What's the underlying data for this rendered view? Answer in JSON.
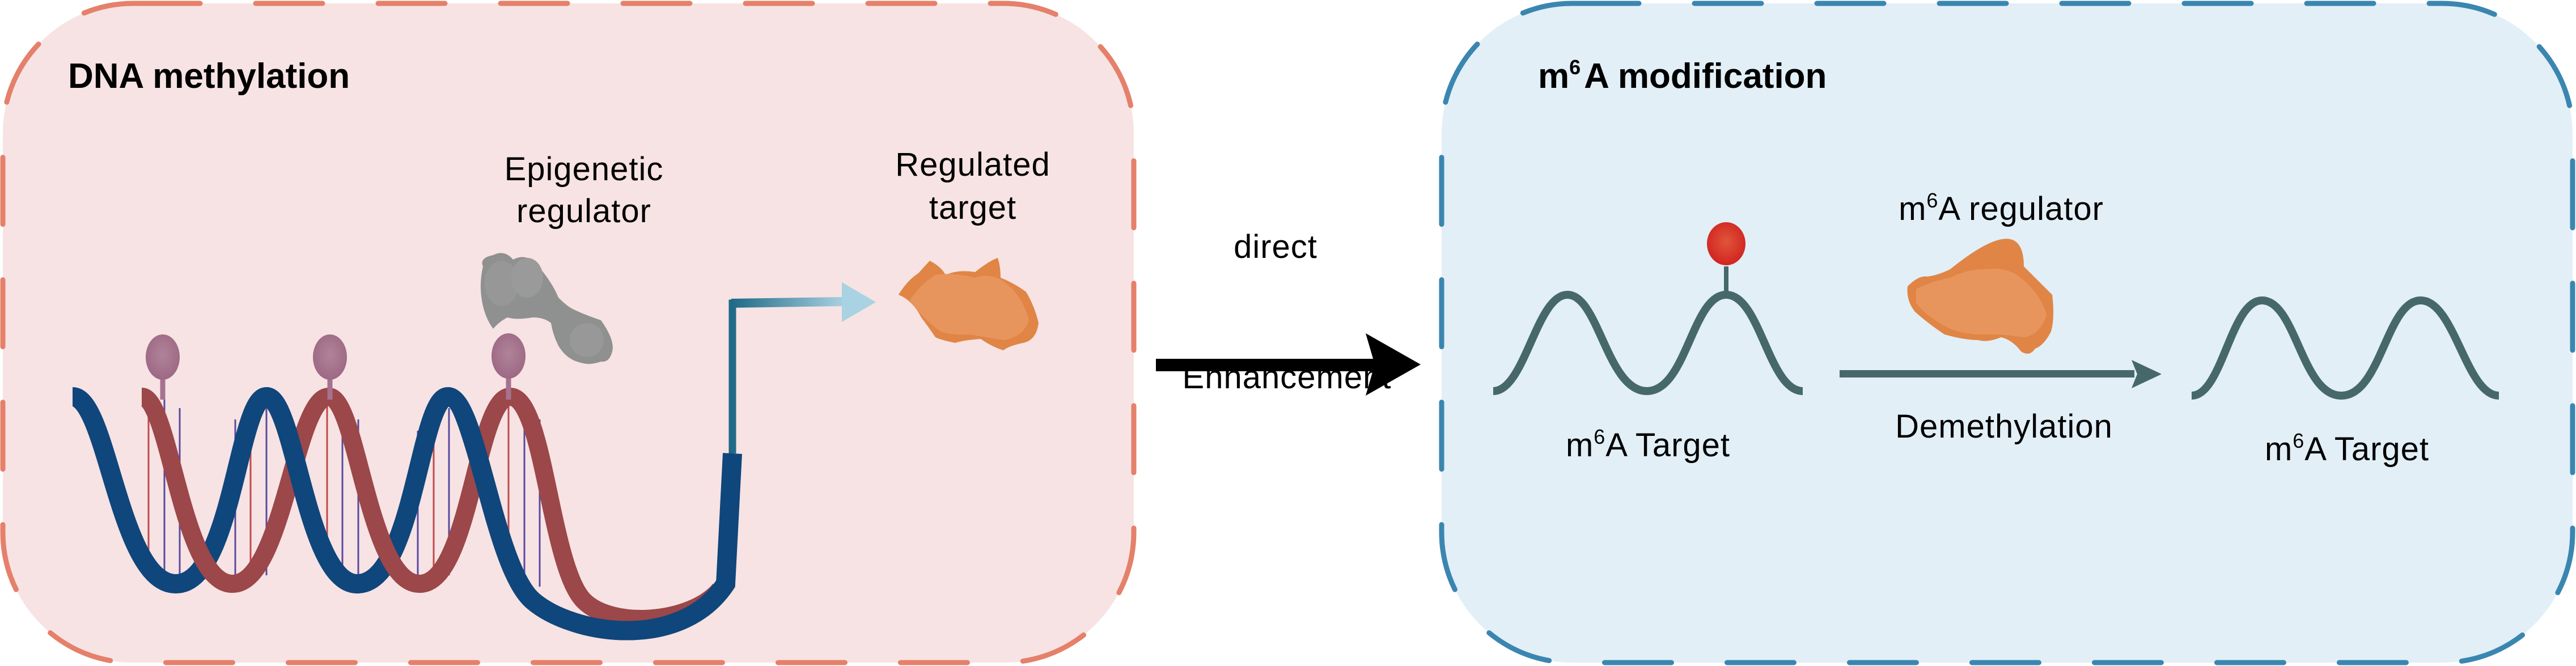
{
  "colors": {
    "left_panel_fill": "#f7e3e3",
    "left_panel_border": "#e5806a",
    "right_panel_fill": "#e2eff7",
    "right_panel_border": "#3a86b0",
    "dna_strand_blue": "#0f467c",
    "dna_strand_red": "#9c4749",
    "methyl_group": "#a6738f",
    "epigenetic_regulator": "#8f9090",
    "target_protein": "#e69058",
    "m6a_mark": "#d9302a",
    "rna_strand": "#46686b",
    "black_arrow": "#000000"
  },
  "left_panel": {
    "title": "DNA methylation",
    "regulator_label": [
      "Epigenetic",
      "regulator"
    ],
    "target_label": [
      "Regulated",
      "target"
    ],
    "methyl_marks": 3
  },
  "connector": {
    "top_label": "direct",
    "bottom_label": "Enhancement"
  },
  "right_panel": {
    "title_prefix": "m",
    "title_sup": "6",
    "title_suffix": "A modification",
    "regulator_label": {
      "prefix": "m",
      "sup": "6",
      "suffix": "A regulator"
    },
    "process_label": "Demethylation",
    "left_target_label": {
      "prefix": "m",
      "sup": "6",
      "suffix": "A Target"
    },
    "right_target_label": {
      "prefix": "m",
      "sup": "6",
      "suffix": "A Target"
    }
  }
}
